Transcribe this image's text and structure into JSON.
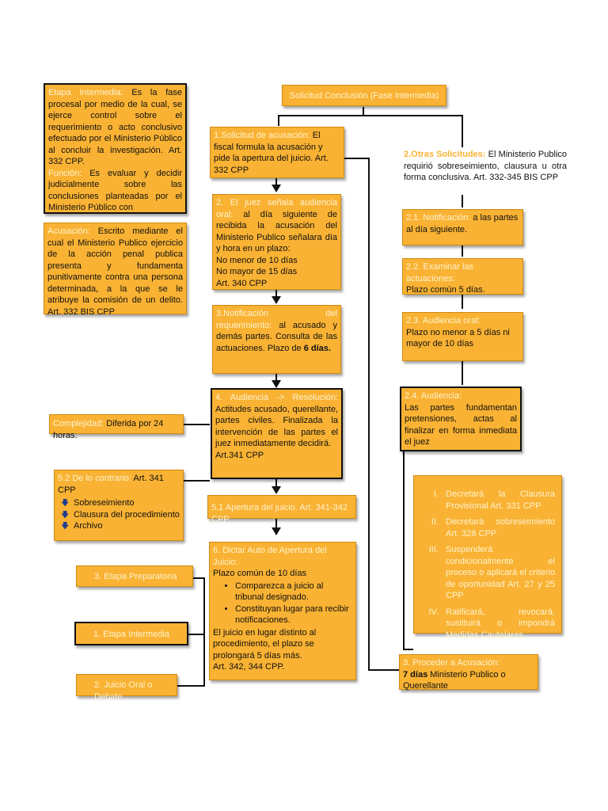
{
  "root": {
    "label": "Solicitud Conclusión (Fase Intermedia)"
  },
  "def_etapa": {
    "term1": "Etapa Intermedia:",
    "text1": " Es la fase procesal por medio de la cual, se ejerce control sobre el requerimiento o acto conclusivo efectuado por el Ministerio Público al concluir la investigación. Art. 332 CPP.",
    "term2": "Función:",
    "text2": " Es evaluar y decidir judicialmente sobre las conclusiones planteadas por el Ministerio Público con"
  },
  "def_acusacion": {
    "term": "Acusación:",
    "text": " Escrito mediante el cual el Ministerio Publico ejercicio de la acción penal publica presenta y fundamenta punitivamente contra una persona determinada, a la que se le atribuye la comisión de un delito. Art. 332 BIS CPP"
  },
  "left_col": {
    "s1": {
      "title": "1.Solicitud de acusación:",
      "text": " El fiscal formula la acusación y pide la apertura del juicio. Art. 332 CPP"
    },
    "s2": {
      "title": "2. El juez señala audiencia oral:",
      "text": " al día siguiente de recibida la acusación del Ministerio Publico señalara día y hora en un plazo:",
      "l1": "No menor de 10 días",
      "l2": "No mayor de 15 días",
      "l3": "Art. 340 CPP"
    },
    "s3": {
      "title": "3.Notificación del requerimiento:",
      "text": " al acusado y demás partes. Consulta de las actuaciones. Plazo de ",
      "bold": "6 días."
    },
    "s4": {
      "title": "4. Audiencia -> Resolución:",
      "text": " Actitudes acusado, querellante, partes civiles. Finalizada la intervención de las partes el juez inmediatamente decidirá.",
      "art": "Art.341 CPP"
    },
    "s51": {
      "title": "5.1 Apertura del juicio. Art. 341-342 CPP"
    },
    "s6": {
      "title": "6. Dictar Auto de Apertura del Juicio:",
      "l1": "Plazo común de 10 días",
      "b1": "Comparezca a juicio al tribunal designado.",
      "b2": "Constituyan lugar para recibir notificaciones.",
      "text": "El juicio en lugar distinto al procedimiento, el plazo se prolongará 5 días más.",
      "art": "Art. 342, 344 CPP."
    }
  },
  "complejidad": {
    "title": "Complejidad:",
    "text": " Diferida por 24 horas."
  },
  "contrario": {
    "title": "5.2 De lo contrario:",
    "text": " Art. 341 CPP",
    "items": [
      "Sobreseimiento",
      "Clausura del procedimiento",
      "Archivo"
    ]
  },
  "stages": {
    "s3": "3.    Etapa Preparatoria",
    "s1": "1.    Etapa Intermedia",
    "s2": "2.    Juicio Oral o Debate"
  },
  "right_col": {
    "otras": {
      "title": "2.Otras Solicitudes:",
      "text": " El Ministerio Publico requirió sobreseimiento, clausura u otra forma conclusiva. Art. 332-345 BIS CPP"
    },
    "r21": {
      "title": "2.1. Notificación:",
      "text": " a las partes al día siguiente."
    },
    "r22": {
      "title": "2.2. Examinar las actuaciones:",
      "text": "Plazo común 5 días."
    },
    "r23": {
      "title": "2.3. Audiencia oral:",
      "text": "Plazo no menor a 5 días ni mayor de 10 días"
    },
    "r24": {
      "title": "2.4. Audiencia:",
      "text": "Las partes fundamentan pretensiones, actas al finalizar en forma inmediata el juez"
    },
    "decisions": [
      "Decretará la Clausura Provisional Art. 331 CPP",
      "Decretará sobreseimiento Art. 328 CPP",
      "Suspenderá condicionalmente el proceso o aplicará el criterio de oportunidad Art. 27 y 25 CPP",
      "Ratificará, revocará, sustituirá o impondrá Medidas Cautelares."
    ],
    "proceder": {
      "title": "3. Proceder a Acusación:",
      "bold": "7 días",
      "text": " Ministerio Publico o Querellante"
    }
  }
}
